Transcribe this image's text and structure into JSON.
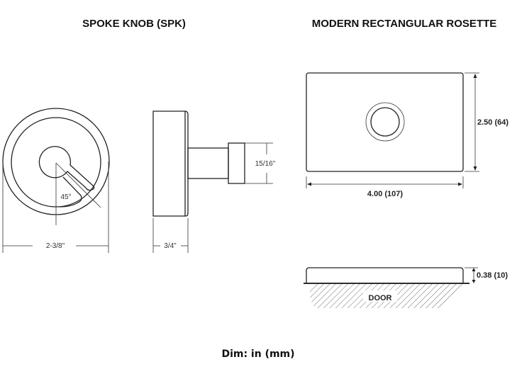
{
  "knob": {
    "title": "SPOKE KNOB (SPK)",
    "angle_label": "45°",
    "diameter_label": "2-3/8\"",
    "depth_label": "3/4\"",
    "cap_label": "15/16\""
  },
  "rosette": {
    "title": "MODERN RECTANGULAR ROSETTE",
    "height_label": "2.50 (64)",
    "width_label": "4.00 (107)",
    "thickness_label": "0.38 (10)",
    "door_label": "DOOR"
  },
  "footer": {
    "units_label": "Dim: in (mm)"
  }
}
